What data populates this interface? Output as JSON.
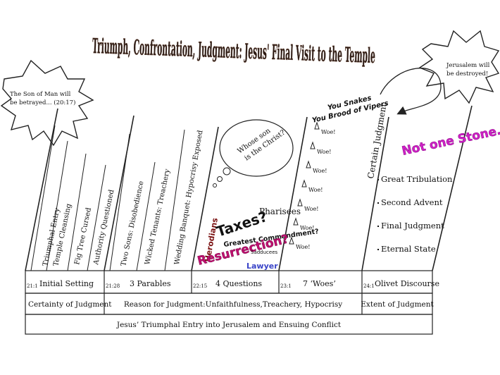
{
  "title": "Triumph, Confrontation, Judgment: Jesus' Final Visit to the Temple",
  "callouts": {
    "left_line1": "The Son of Man will",
    "left_line2": "be betrayed... (20:17)",
    "right_line1": "Jerusalem will",
    "right_line2": "be destroyed!",
    "thought_line1": "Whose son",
    "thought_line2": "is the Christ?"
  },
  "columns": {
    "setting": [
      "Triumphal Entry",
      "Temple Cleansing",
      "Fig Tree Cursed",
      "Authority Questioned"
    ],
    "parables": [
      "Two Sons: Disobedience",
      "Wicked Tenants: Treachery",
      "Wedding Banquet: Hypocrisy Exposed"
    ],
    "questions": {
      "herodians": "Herodians",
      "taxes": "Taxes?",
      "greatest": "Greatest Commandment?",
      "resurrection": "Resurrection?",
      "lawyer": "Lawyer",
      "sadducees": "Sadducees",
      "pharisees": "Pharisees"
    },
    "woes": {
      "label": "Woe!",
      "vipers_line1": "You Snakes",
      "vipers_line2": "You Brood of Vipers"
    },
    "olivet": {
      "certain": "Certain Judgment",
      "not_one_stone": "Not one Stone...",
      "items": [
        "Great Tribulation",
        "Second Advent",
        "Final Judgment",
        "Eternal State"
      ]
    }
  },
  "sections": [
    {
      "ref": "21:1",
      "label": "Initial Setting"
    },
    {
      "ref": "21:28",
      "label": "3 Parables"
    },
    {
      "ref": "22:15",
      "label": "4 Questions"
    },
    {
      "ref": "23:1",
      "label": "7 ‘Woes’"
    },
    {
      "ref": "24:1",
      "label": "Olivet Discourse"
    }
  ],
  "themes": {
    "certainty": "Certainty of Judgment",
    "reason": "Reason for Judgment:Unfaithfulness,Treachery, Hypocrisy",
    "extent": "Extent of Judgment"
  },
  "footer": "Jesus’ Triumphal Entry into Jerusalem and Ensuing Conflict",
  "colors": {
    "title": "#2a1a14",
    "herodians": "#7a1010",
    "resurrection": "#c01070",
    "lawyer": "#3a44c8",
    "not_one_stone": "#d020c8"
  }
}
